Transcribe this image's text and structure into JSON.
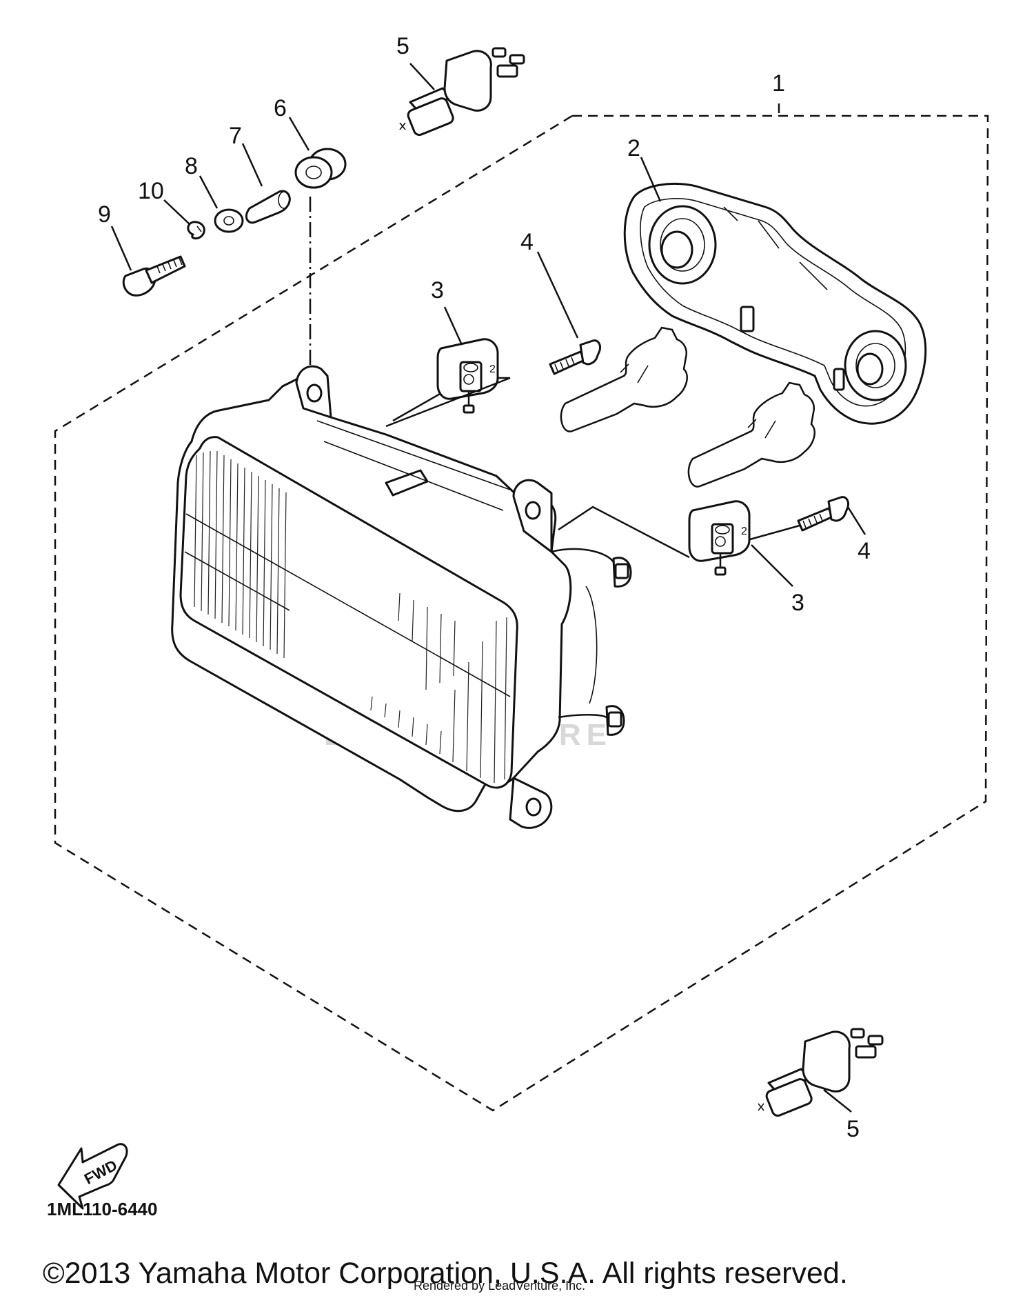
{
  "callouts": {
    "c1": "1",
    "c2": "2",
    "c3a": "3",
    "c3b": "3",
    "c4a": "4",
    "c4b": "4",
    "c5a": "5",
    "c5b": "5",
    "c6": "6",
    "c7": "7",
    "c8": "8",
    "c9": "9",
    "c10": "10"
  },
  "fwd_label": "FWD",
  "diagram_code": "1ML110-6440",
  "copyright": "©2013 Yamaha Motor Corporation, U.S.A. All rights reserved.",
  "rendered_by": "Rendered by LeadVenture, Inc.",
  "watermark": "LEADVENTURE"
}
